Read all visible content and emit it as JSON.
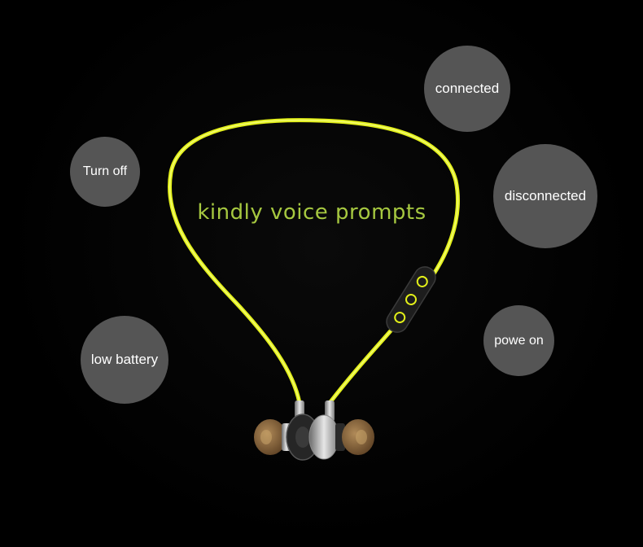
{
  "headline": "kindly voice prompts",
  "prompts": {
    "connected": "connected",
    "turn_off": "Turn off",
    "disconnected": "disconnected",
    "low_battery": "low battery",
    "power_on": "powe on"
  },
  "colors": {
    "background": "#000000",
    "bubble": "#555555",
    "cable": "#e3f019",
    "headline": "#a6c840"
  }
}
